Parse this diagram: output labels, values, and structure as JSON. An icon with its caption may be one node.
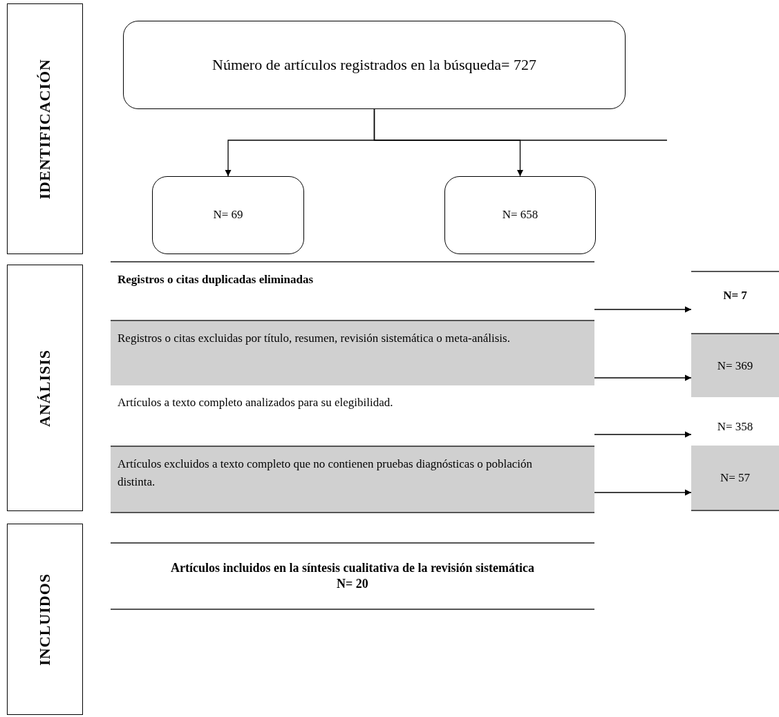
{
  "diagram": {
    "nodes": [
      {
        "text": [
          "IDENTIFICACIÓN"
        ]
      },
      {
        "text": [
          "Número de artículos registrados en la búsqueda= 727"
        ]
      },
      {
        "text": [
          "N= 69"
        ]
      },
      {
        "text": [
          "N= 658"
        ]
      },
      {
        "text": [
          "ANÁLISIS"
        ]
      },
      {
        "text": [
          "Registros o citas duplicadas eliminadas"
        ]
      },
      {
        "text": [
          "N= 7"
        ]
      },
      {
        "text": [
          "Registros o citas excluidas por título, resumen, revisión sistemática o meta-análisis."
        ]
      },
      {
        "text": [
          "N= 369"
        ]
      },
      {
        "text": [
          "Artículos a texto completo analizados para su elegibilidad."
        ]
      },
      {
        "text": [
          "N= 358"
        ]
      },
      {
        "text": [
          "Artículos excluidos a texto completo que no contienen pruebas diagnósticas o población distinta."
        ]
      },
      {
        "text": [
          "N= 57"
        ]
      },
      {
        "text": [
          "INCLUIDOS"
        ]
      },
      {
        "text": [
          "Artículos incluidos en la síntesis cualitativa de la revisión sistemática",
          "N= 20"
        ]
      }
    ],
    "edges": [
      {
        "from": 1,
        "to": 2,
        "arrow": "to"
      },
      {
        "from": 1,
        "to": 3,
        "arrow": "to"
      },
      {
        "from": 1,
        "to": null,
        "arrow": "none"
      },
      {
        "from": 5,
        "to": 6,
        "arrow": "to"
      },
      {
        "from": 7,
        "to": 8,
        "arrow": "to"
      },
      {
        "from": 9,
        "to": 10,
        "arrow": "to"
      },
      {
        "from": 11,
        "to": 12,
        "arrow": "to"
      }
    ]
  }
}
